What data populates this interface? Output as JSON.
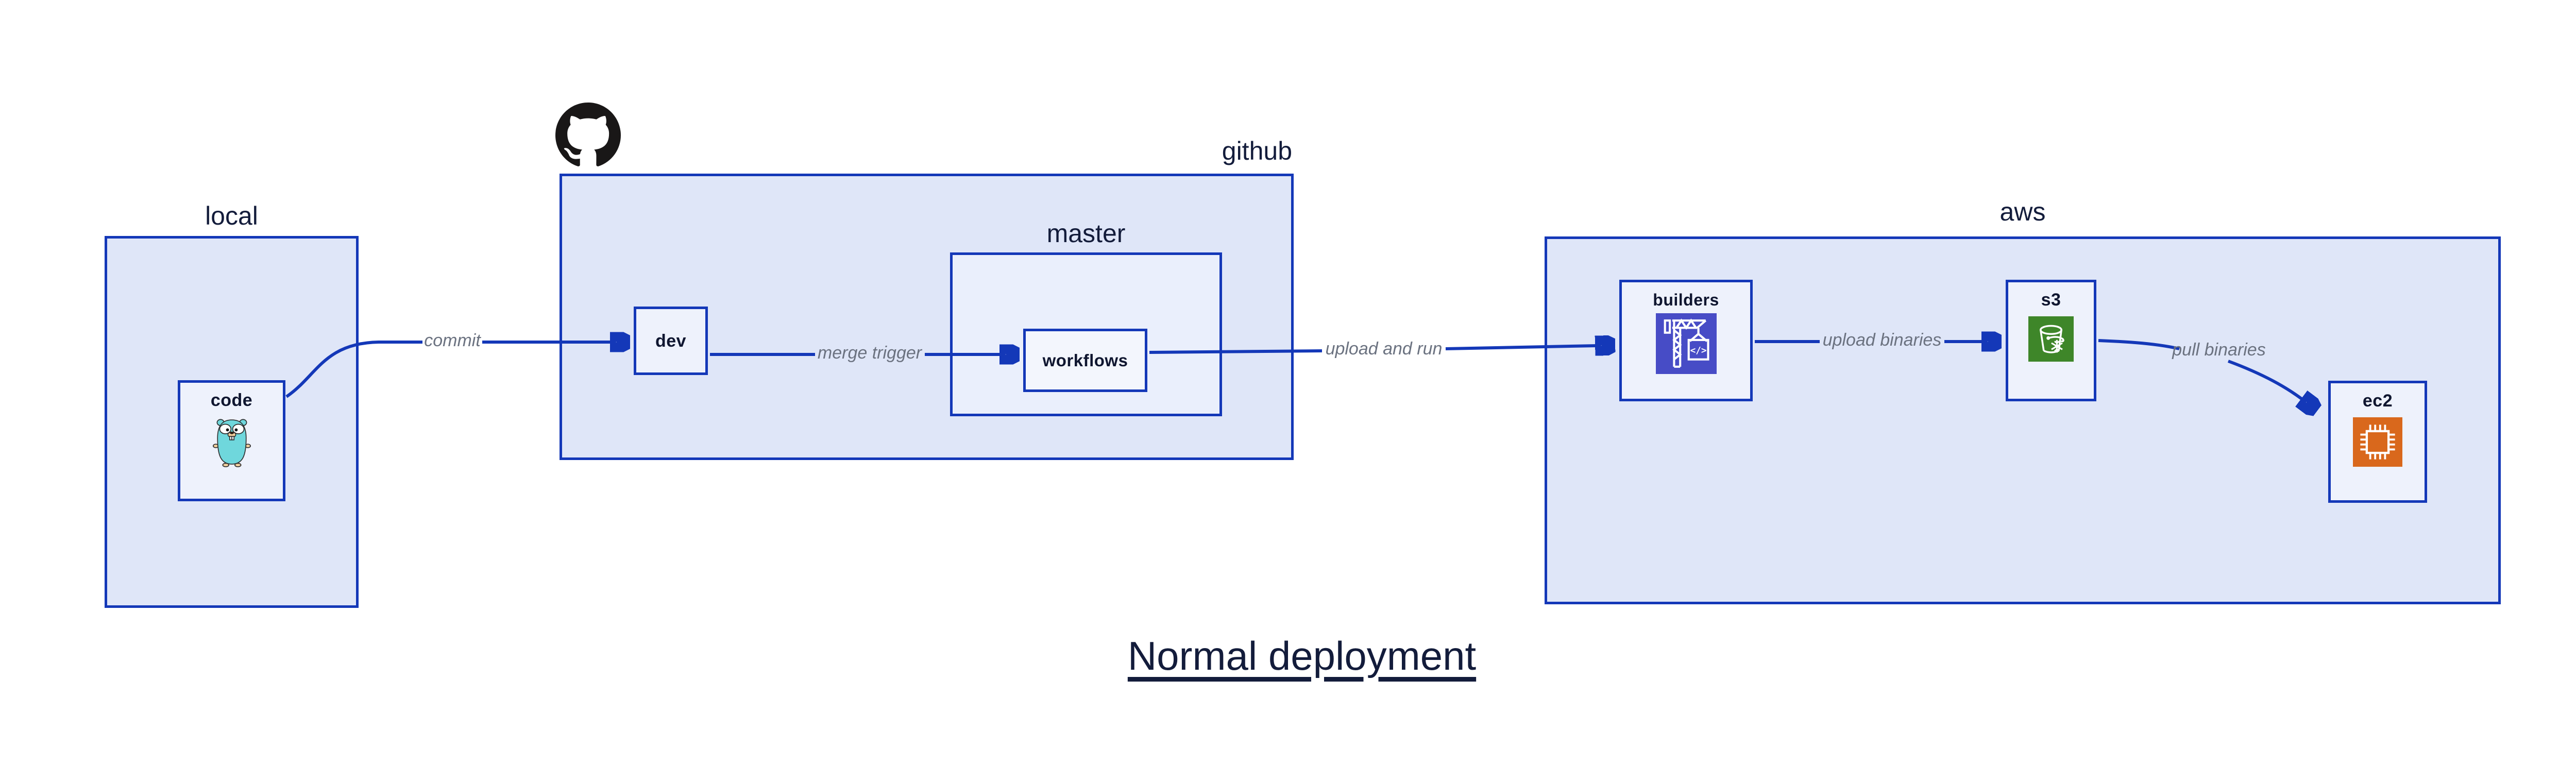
{
  "title": "Normal deployment",
  "containers": {
    "local": {
      "label": "local"
    },
    "github": {
      "label": "github"
    },
    "master": {
      "label": "master"
    },
    "aws": {
      "label": "aws"
    }
  },
  "nodes": {
    "code": {
      "label": "code",
      "icon": "go-gopher-icon"
    },
    "dev": {
      "label": "dev"
    },
    "workflows": {
      "label": "workflows"
    },
    "builders": {
      "label": "builders",
      "icon": "codebuild-crane-icon",
      "code_glyph": "</>"
    },
    "s3": {
      "label": "s3",
      "icon": "s3-bucket-snowflake-icon"
    },
    "ec2": {
      "label": "ec2",
      "icon": "ec2-chip-icon"
    }
  },
  "edges": [
    {
      "from": "code",
      "to": "dev",
      "label": "commit"
    },
    {
      "from": "dev",
      "to": "workflows",
      "label": "merge trigger"
    },
    {
      "from": "workflows",
      "to": "builders",
      "label": "upload and run"
    },
    {
      "from": "builders",
      "to": "s3",
      "label": "upload binaries"
    },
    {
      "from": "s3",
      "to": "ec2",
      "label": "pull binaries"
    }
  ],
  "colors": {
    "arrow_blue": "#1438b8",
    "container_fill": "#dfe6f8",
    "master_fill": "#eaeffc",
    "node_fill": "#eef2fc",
    "workflows_fill": "#f3f6fd",
    "label_navy": "#131c3b",
    "edge_label_gray": "#6b7280",
    "octocat_black": "#191717",
    "gopher_teal": "#6fd7dc",
    "gopher_tan": "#f2cf9d",
    "codebuild_purple": "#474cc6",
    "s3_green": "#3e8629",
    "ec2_orange": "#d9681c"
  }
}
